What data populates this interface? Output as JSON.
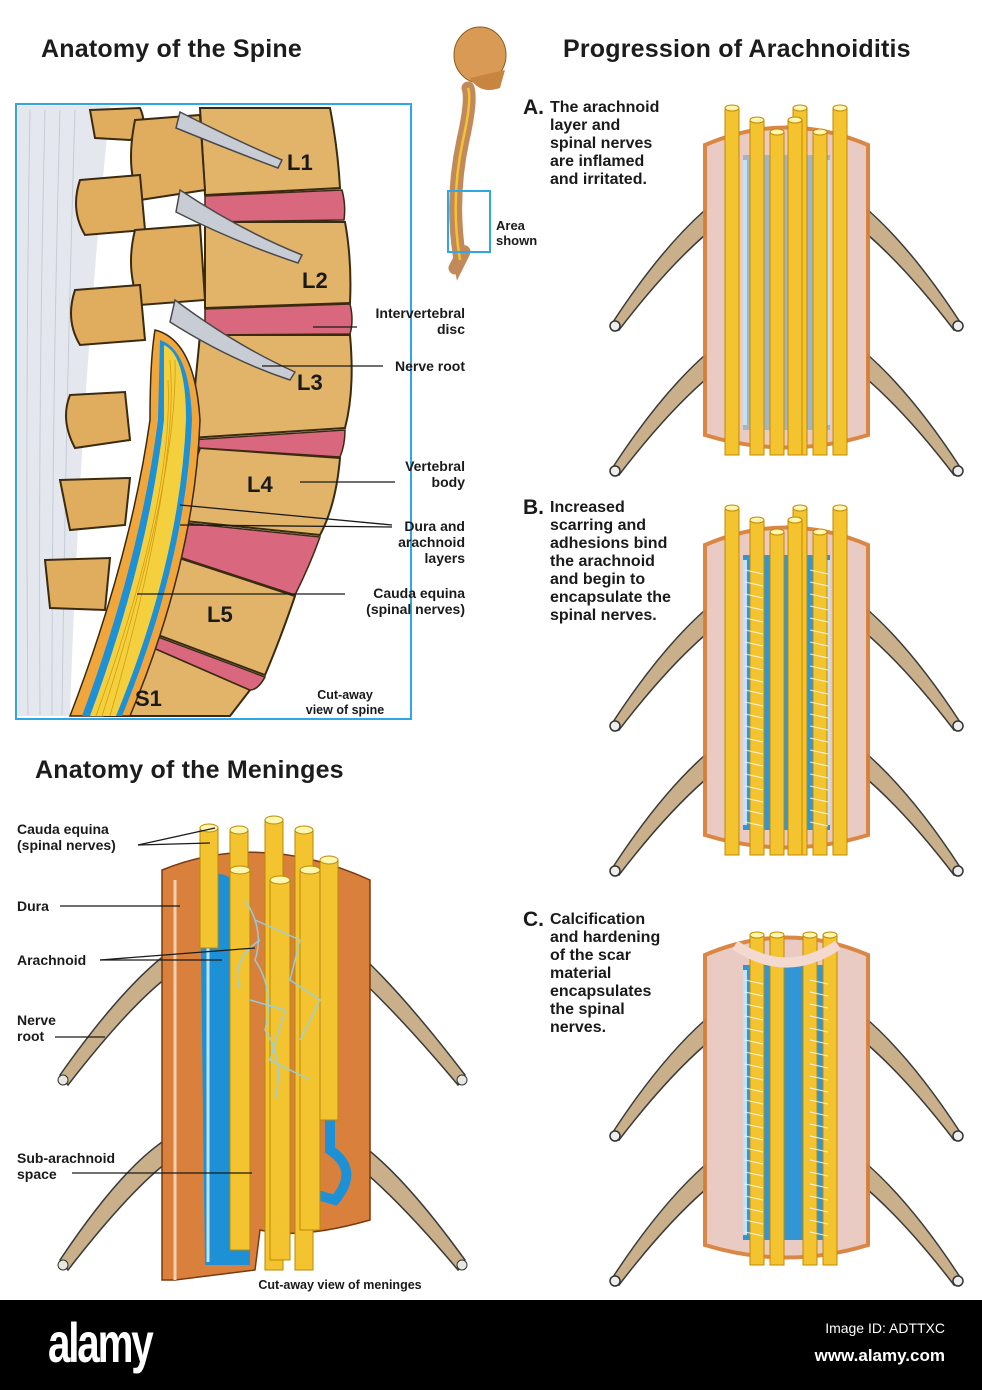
{
  "spine_panel": {
    "title": "Anatomy of the Spine",
    "vertebra_labels": [
      "L1",
      "L2",
      "L3",
      "L4",
      "L5",
      "S1"
    ],
    "callouts": [
      {
        "id": "intervertebral-disc",
        "lines": [
          "Intervertebral",
          "disc"
        ]
      },
      {
        "id": "nerve-root",
        "lines": [
          "Nerve root"
        ]
      },
      {
        "id": "vertebral-body",
        "lines": [
          "Vertebral",
          "body"
        ]
      },
      {
        "id": "dura-arachnoid",
        "lines": [
          "Dura and",
          "arachnoid",
          "layers"
        ]
      },
      {
        "id": "cauda-equina",
        "lines": [
          "Cauda equina",
          "(spinal nerves)"
        ]
      }
    ],
    "caption": [
      "Cut-away",
      "view of spine"
    ],
    "frame_color": "#2fa7e4"
  },
  "locator": {
    "label": [
      "Area",
      "shown"
    ],
    "box_color": "#2fa7e4"
  },
  "meninges_panel": {
    "title": "Anatomy of the Meninges",
    "callouts": [
      {
        "id": "cauda-equina",
        "lines": [
          "Cauda equina",
          "(spinal nerves)"
        ]
      },
      {
        "id": "dura",
        "lines": [
          "Dura"
        ]
      },
      {
        "id": "arachnoid",
        "lines": [
          "Arachnoid"
        ]
      },
      {
        "id": "nerve-root",
        "lines": [
          "Nerve",
          "root"
        ]
      },
      {
        "id": "sub-arachnoid-space",
        "lines": [
          "Sub-arachnoid",
          "space"
        ]
      }
    ],
    "caption": "Cut-away view of meninges"
  },
  "progression_panel": {
    "title": "Progression of Arachnoiditis",
    "stages": [
      {
        "letter": "A.",
        "lines": [
          "The arachnoid",
          "layer and",
          "spinal nerves",
          "are inflamed",
          "and irritated."
        ]
      },
      {
        "letter": "B.",
        "lines": [
          "Increased",
          "scarring and",
          "adhesions bind",
          "the arachnoid",
          "and begin to",
          "encapsulate the",
          "spinal nerves."
        ]
      },
      {
        "letter": "C.",
        "lines": [
          "Calcification",
          "and hardening",
          "of the scar",
          "material",
          "encapsulates",
          "the spinal",
          "nerves."
        ]
      }
    ]
  },
  "colors": {
    "bone": "#e2b46a",
    "disc": "#d9687f",
    "nerve": "#f4c430",
    "dura": "#d9813c",
    "arachnoid": "#1e90d6",
    "nerve_root": "#c9b08a"
  },
  "footer": {
    "logo": "alamy",
    "image_id": "Image ID: ADTTXC",
    "url": "www.alamy.com"
  }
}
